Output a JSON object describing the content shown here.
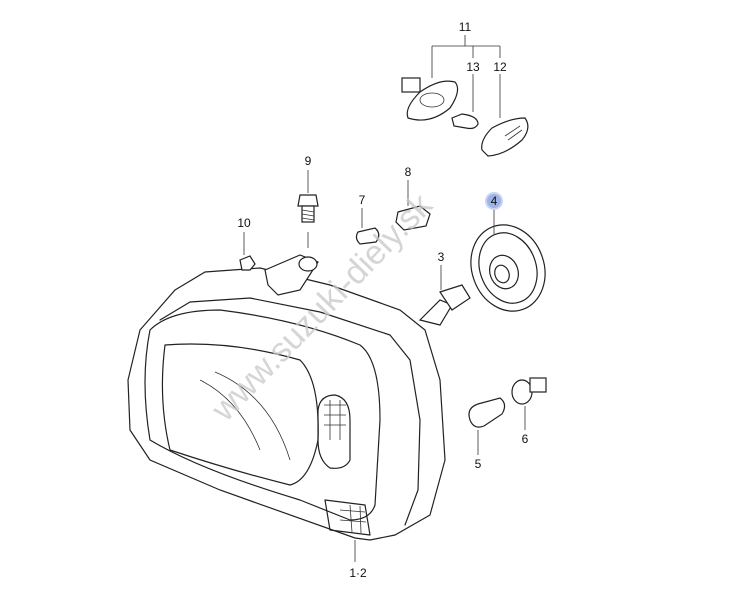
{
  "diagram": {
    "watermark": "www.suzuki-diely.sk",
    "highlight_color": "#9fb3e6",
    "labels": {
      "p11": "11",
      "p13": "13",
      "p12": "12",
      "p9": "9",
      "p8": "8",
      "p7": "7",
      "p10": "10",
      "p4": "4",
      "p3": "3",
      "p5": "5",
      "p6": "6",
      "p1_2": "1·2"
    }
  }
}
